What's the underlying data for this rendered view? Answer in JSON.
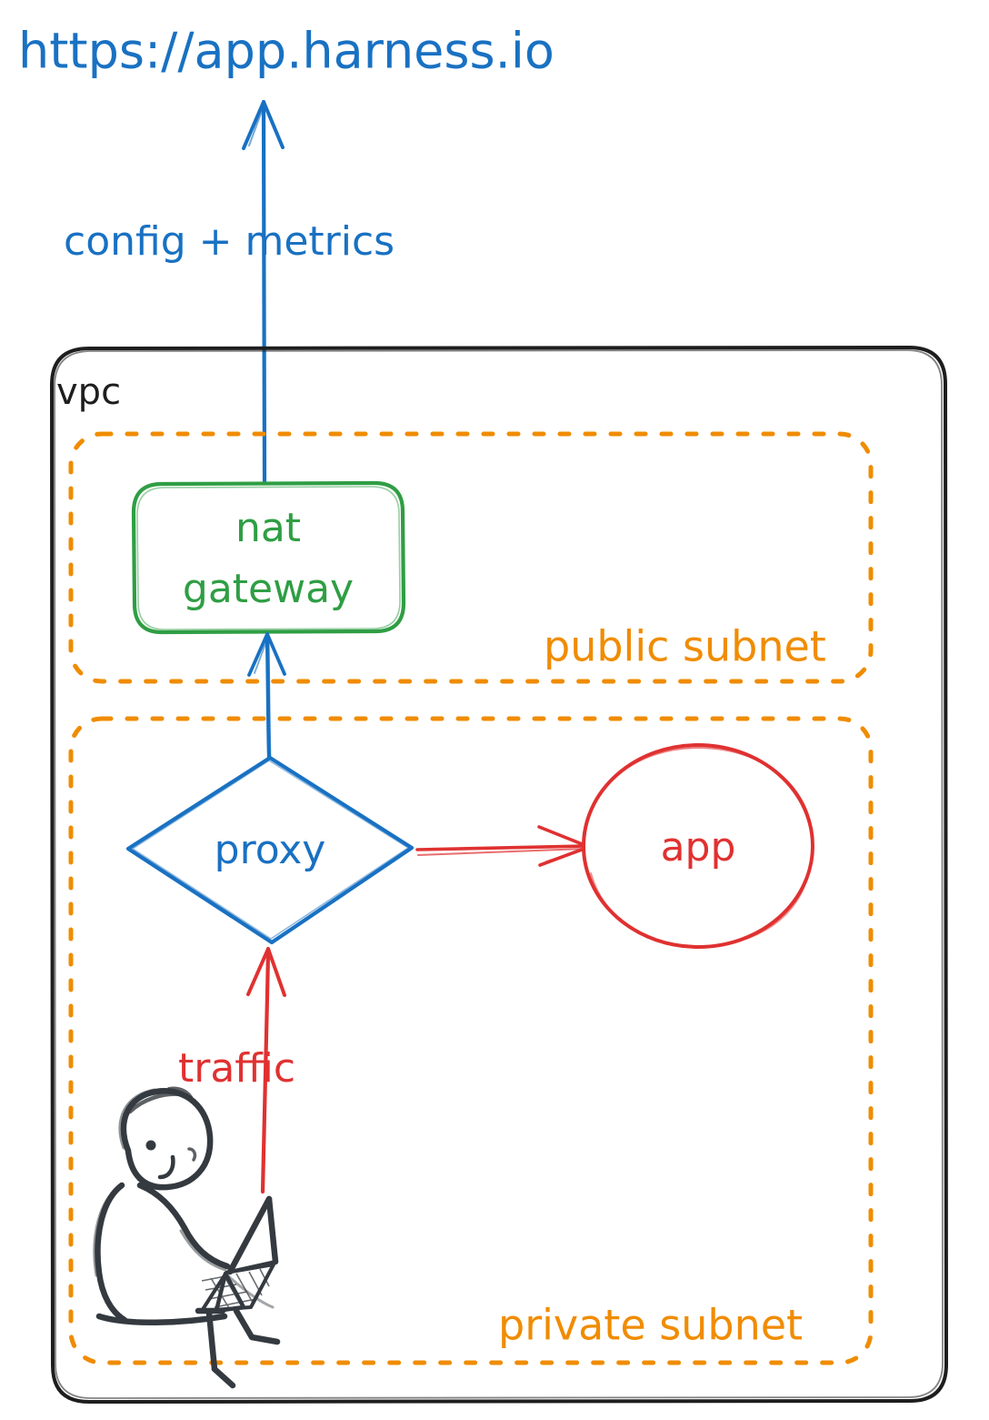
{
  "diagram": {
    "title": "https://app.harness.io",
    "style": "hand-drawn architecture diagram",
    "colors": {
      "blue": "#1971c2",
      "red": "#e03131",
      "green": "#2f9e44",
      "orange": "#f08c00",
      "black": "#1e1e1e",
      "background": "#ffffff"
    }
  },
  "external": {
    "endpoint_label": "https://app.harness.io",
    "connection_label": "config + metrics"
  },
  "vpc": {
    "label": "vpc",
    "subnets": [
      {
        "id": "public",
        "label": "public subnet",
        "nodes": [
          {
            "id": "nat-gateway",
            "label_line1": "nat",
            "label_line2": "gateway",
            "label": "nat gateway",
            "shape": "rounded-rectangle",
            "color": "#2f9e44"
          }
        ]
      },
      {
        "id": "private",
        "label": "private subnet",
        "nodes": [
          {
            "id": "proxy",
            "label": "proxy",
            "shape": "diamond",
            "color": "#1971c2"
          },
          {
            "id": "app",
            "label": "app",
            "shape": "ellipse",
            "color": "#e03131"
          },
          {
            "id": "user",
            "label": "user with laptop",
            "shape": "stick-figure",
            "color": "#343a40"
          }
        ]
      }
    ]
  },
  "edges": [
    {
      "id": "nat-to-internet",
      "from": "nat-gateway",
      "to": "https://app.harness.io",
      "label": "config + metrics",
      "color": "#1971c2"
    },
    {
      "id": "proxy-to-nat",
      "from": "proxy",
      "to": "nat-gateway",
      "label": "",
      "color": "#1971c2"
    },
    {
      "id": "proxy-to-app",
      "from": "proxy",
      "to": "app",
      "label": "",
      "color": "#e03131"
    },
    {
      "id": "user-to-proxy",
      "from": "user",
      "to": "proxy",
      "label": "traffic",
      "color": "#e03131"
    }
  ]
}
